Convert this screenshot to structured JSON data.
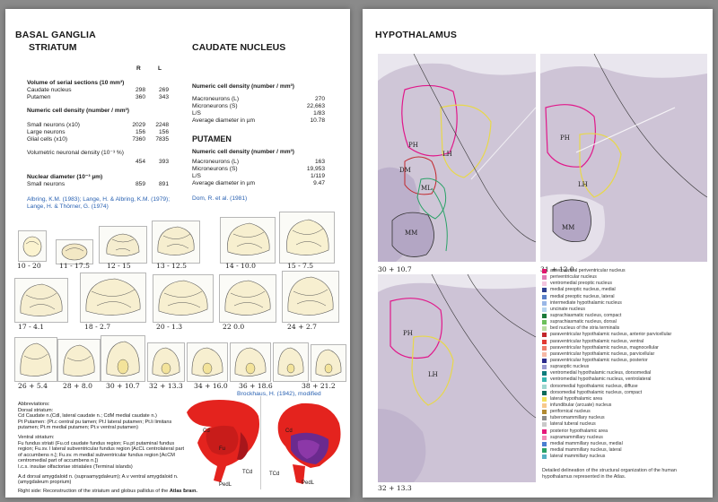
{
  "left": {
    "title": "BASAL GANGLIA",
    "striatum": {
      "heading": "STRIATUM",
      "col_r": "R",
      "col_l": "L",
      "vol_title": "Volume of serial sections (10 mm³)",
      "vol_rows": [
        {
          "label": "Caudate nucleus",
          "r": "298",
          "l": "269"
        },
        {
          "label": "Putamen",
          "r": "360",
          "l": "343"
        }
      ],
      "density_title": "Numeric cell density (number / mm³)",
      "density_rows": [
        {
          "label": "Small neurons (x10)",
          "r": "2029",
          "l": "2248"
        },
        {
          "label": "Large neurons",
          "r": "156",
          "l": "156"
        },
        {
          "label": "Glial cells (x10)",
          "r": "7360",
          "l": "7835"
        }
      ],
      "vol_density_label": "Volumetric neuronal density (10⁻³ %)",
      "vol_density_r": "454",
      "vol_density_l": "393",
      "diam_title": "Nuclear diameter (10⁻³ µm)",
      "diam_label": "Small neurons",
      "diam_r": "859",
      "diam_l": "891",
      "refs_1": "Albring, K.M. (1983); Lange, H. & Albring, K.M. (1979);",
      "refs_2": "Lange, H. & Thörner, G. (1974)"
    },
    "caudate": {
      "heading": "CAUDATE NUCLEUS",
      "density_title": "Numeric cell density (number / mm³)",
      "rows": [
        {
          "label": "Macroneurons (L)",
          "value": "270"
        },
        {
          "label": "Microneurons (S)",
          "value": "22,663"
        },
        {
          "label": "L/S",
          "value": "1/83"
        },
        {
          "label": "Average diameter in µm",
          "value": "10.78"
        }
      ]
    },
    "putamen": {
      "heading": "PUTAMEN",
      "density_title": "Numeric cell density (number / mm³)",
      "rows": [
        {
          "label": "Macroneurons (L)",
          "value": "163"
        },
        {
          "label": "Microneurons (S)",
          "value": "19,953"
        },
        {
          "label": "L/S",
          "value": "1/119"
        },
        {
          "label": "Average diameter in µm",
          "value": "9.47"
        }
      ],
      "ref": "Dom, R. et al. (1981)"
    },
    "thumb_labels_row1": [
      "10 - 20",
      "11 - 17.5",
      "12 - 15",
      "13 - 12.5",
      "14 - 10.0",
      "15 - 7.5"
    ],
    "thumb_labels_row2": [
      "17 - 4.1",
      "18 - 2.7",
      "20 - 1.3",
      "22 0.0",
      "24 + 2.7"
    ],
    "thumb_labels_row3": [
      "26 + 5.4",
      "28 + 8.0",
      "30 + 10.7",
      "32 + 13.3",
      "34 + 16.0",
      "36 + 18.6",
      "38 + 21.2"
    ],
    "thumb_credit": "Brockhaus, H. (1942), modified",
    "abbrev": [
      "Abbreviations:",
      "Dorsal striatum:",
      "Cd Caudate n.(Cdl, lateral caudate n.; CdM medial caudate n.)",
      "Pt Putamen: (Pt.c central pu   tamen; Pt.l lateral putamen; Pt.li limitans",
      "putamen; Pt.m medial putamen; Pt.v ventral putamen)",
      "",
      "Ventral striatum:",
      "Fu fundus striati (Fu.cd caudate fundus region; Fu.pt putaminal fundus",
      "region; Fu.sv. l lateral subventricular fundus region [AcCL centrolateral part",
      "of accumbens n.]; Fu.sv. m medial subventricular fundus region [AcCM",
      "centromedial part of accumbens n.])",
      "I.c.s. insulae olfactoriae striatales (Terminal islands)",
      "",
      "A.d dorsal amygdaloid n. (supraamygdaleum); A.v ventral amygdaloid n.",
      "(amygdaleum proprium)"
    ],
    "render_note": "Right side: Reconstruction of the striatum and globus pallidus of the",
    "render_note_bold": "Atlas Brain.",
    "render_labels": [
      "Cd",
      "Fu",
      "PedL",
      "TCd",
      "TCd",
      "Cd",
      "PedL"
    ]
  },
  "right": {
    "title": "HYPOTHALAMUS",
    "photo_labels": [
      "30 + 10.7",
      "31 + 12.0",
      "32 + 13.3"
    ],
    "region_labels": [
      "PH",
      "LH",
      "DM",
      "ML",
      "MM",
      "PH",
      "LH",
      "MM",
      "PH",
      "LH"
    ],
    "legend": [
      {
        "label": "anteroventral periventricular nucleus",
        "color": "#e0186e"
      },
      {
        "label": "periventricular nucleus",
        "color": "#e07ab5"
      },
      {
        "label": "ventromedial preoptic nucleus",
        "color": "#f4c4de"
      },
      {
        "label": "medial preoptic nucleus, medial",
        "color": "#2e3f8f"
      },
      {
        "label": "medial preoptic nucleus, lateral",
        "color": "#5a7fc8"
      },
      {
        "label": "intermediate hypothalamic nucleus",
        "color": "#9ab7e6"
      },
      {
        "label": "uncinate nucleus",
        "color": "#b6d4ee"
      },
      {
        "label": "suprachiasmatic nucleus, compact",
        "color": "#1c7a3a"
      },
      {
        "label": "suprachiasmatic nucleus, dorsal",
        "color": "#6cbf5b"
      },
      {
        "label": "bed nucleus of the stria terminalis",
        "color": "#b9dca0"
      },
      {
        "label": "paraventricular hypothalamic nucleus, anterior parvicellular",
        "color": "#c2262b"
      },
      {
        "label": "paraventricular hypothalamic nucleus, ventral",
        "color": "#e23a34"
      },
      {
        "label": "paraventricular hypothalamic nucleus, magnocellular",
        "color": "#ef7d6a"
      },
      {
        "label": "paraventricular hypothalamic nucleus, parvicellular",
        "color": "#f6b9a6"
      },
      {
        "label": "paraventricular hypothalamic nucleus, posterior",
        "color": "#2c2c8c"
      },
      {
        "label": "supraoptic nucleus",
        "color": "#9a9ad0"
      },
      {
        "label": "ventromedial hypothalamic nucleus, dorsomedial",
        "color": "#0e7c7b"
      },
      {
        "label": "ventromedial hypothalamic nucleus, ventrolateral",
        "color": "#37b6b0"
      },
      {
        "label": "dorsomedial hypothalamic nucleus, diffuse",
        "color": "#9fd7d0"
      },
      {
        "label": "dorsomedial hypothalamic nucleus, compact",
        "color": "#0a6b5b"
      },
      {
        "label": "lateral hypothalamic area",
        "color": "#f2e05a"
      },
      {
        "label": "infundibular (arcuate) nucleus",
        "color": "#f7c98d"
      },
      {
        "label": "perifornical nucleus",
        "color": "#b18a33"
      },
      {
        "label": "tuberomammillary nucleus",
        "color": "#8c8c8c"
      },
      {
        "label": "lateral tuberal nucleus",
        "color": "#c9c9c9"
      },
      {
        "label": "posterior hypothalamic area",
        "color": "#e5187a"
      },
      {
        "label": "supramammillary nucleus",
        "color": "#f28bb8"
      },
      {
        "label": "medial mammillary nucleus, medial",
        "color": "#4a7ed1"
      },
      {
        "label": "medial mammillary nucleus, lateral",
        "color": "#2aa267"
      },
      {
        "label": "lateral mammillary nucleus",
        "color": "#56b0c4"
      }
    ],
    "caption": [
      "Detailed delineation of the structural organization of the human",
      "hypothalamus represented in the Atlas."
    ]
  }
}
